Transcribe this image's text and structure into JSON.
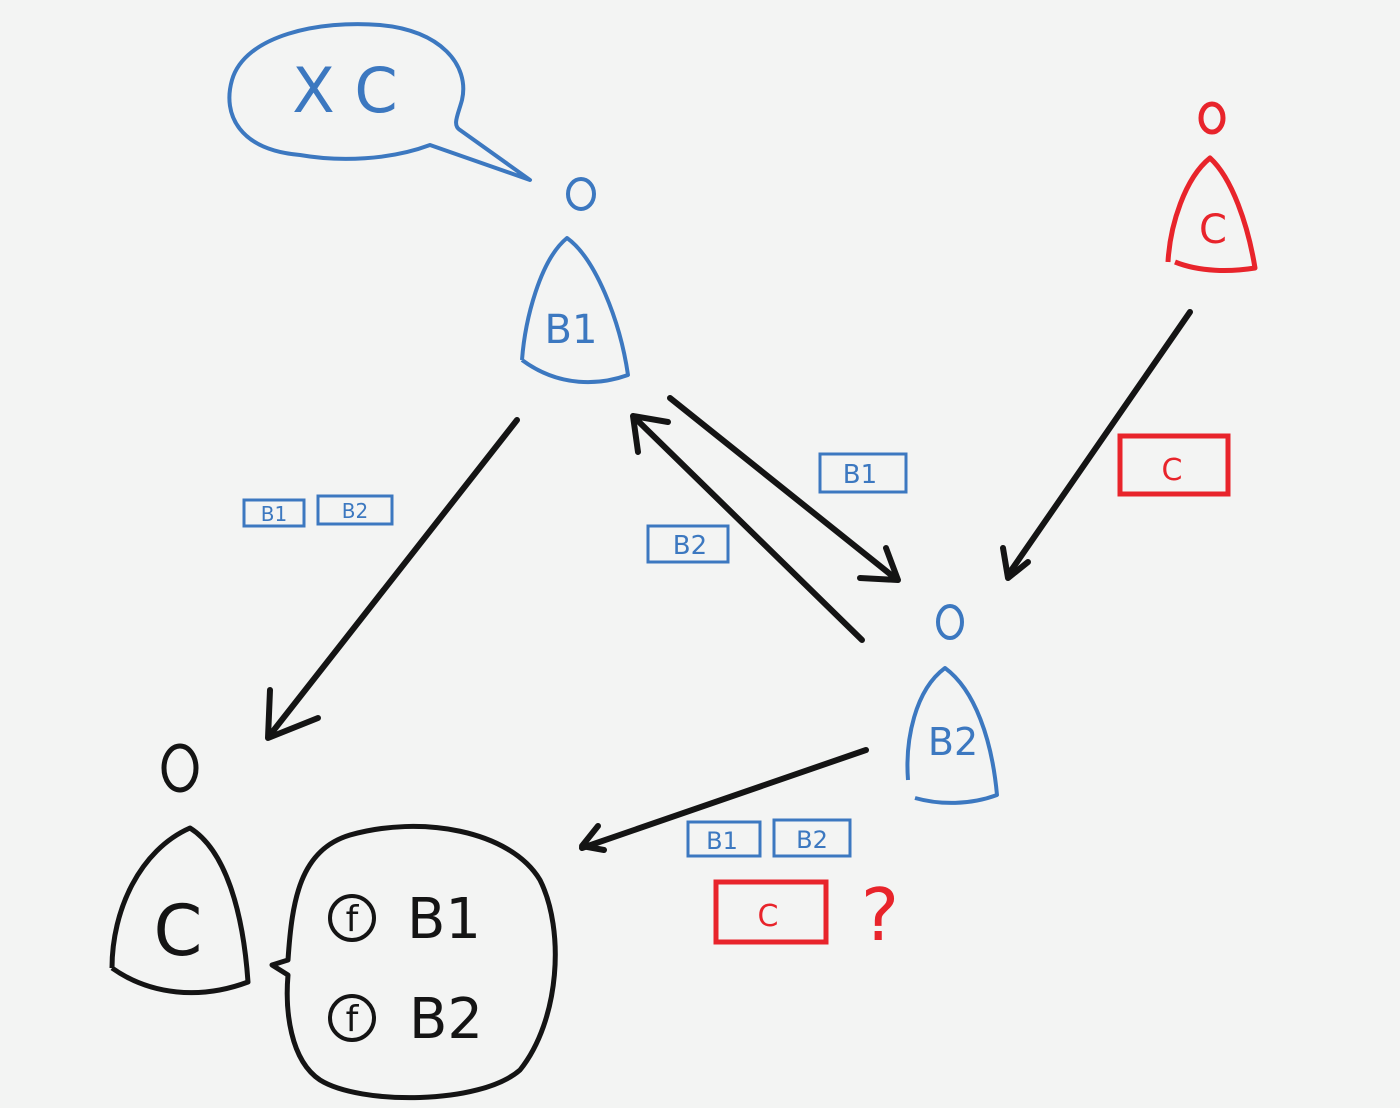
{
  "colors": {
    "board": "#f3f4f3",
    "blue": "#3c78c0",
    "red": "#e8242b",
    "black": "#141414"
  },
  "thought_b1": {
    "text": "X C"
  },
  "nodes": {
    "b1": {
      "label": "B1",
      "color": "blue"
    },
    "b2": {
      "label": "B2",
      "color": "blue"
    },
    "c_red": {
      "label": "C",
      "color": "red"
    },
    "c_black": {
      "label": "C",
      "color": "black"
    }
  },
  "edge_labels": {
    "b1_to_c": [
      "B1",
      "B2"
    ],
    "b1_to_b2": [
      "B1"
    ],
    "b2_to_b1": [
      "B2"
    ],
    "cred_to_b2": [
      "C"
    ],
    "b2_to_c_blocks": [
      "B1",
      "B2"
    ],
    "b2_to_c_red": "C",
    "question": "?"
  },
  "c_thought": {
    "rows": [
      {
        "icon": "f",
        "label": "B1"
      },
      {
        "icon": "f",
        "label": "B2"
      }
    ]
  }
}
